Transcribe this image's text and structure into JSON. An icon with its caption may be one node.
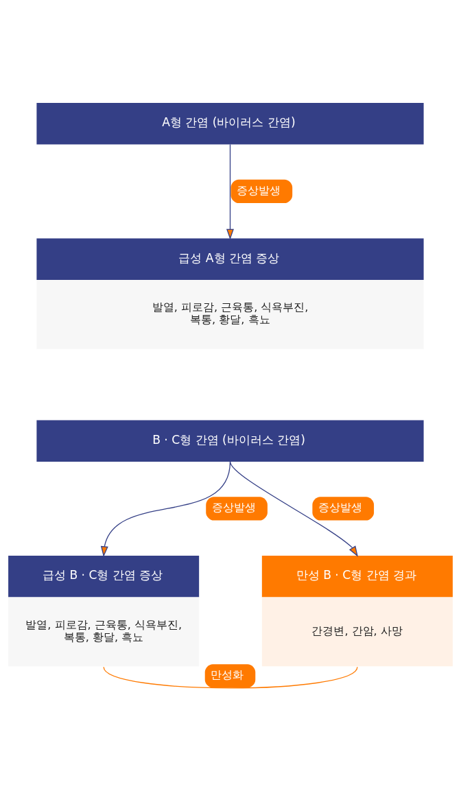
{
  "diagram": {
    "nodes": [
      {
        "text": [
          "A형 간염 (바이러스 간염)"
        ]
      },
      {
        "text": [
          "급성 A형 간염 증상",
          "발열, 피로감, 근육통, 식욕부진, 복통, 황달, 흑뇨"
        ]
      },
      {
        "text": [
          "B · C형 간염 (바이러스 간염)"
        ]
      },
      {
        "text": [
          "급성 B · C형 간염 증상",
          "발열, 피로감, 근육통, 식욕부진, 복통, 황달, 흑뇨"
        ]
      },
      {
        "text": [
          "만성 B · C형 간염 경과",
          "간경변, 간암, 사망"
        ]
      }
    ],
    "edges": [
      {
        "from": 0,
        "to": 1,
        "arrow": "to",
        "label": "증상발생"
      },
      {
        "from": 2,
        "to": 3,
        "arrow": "to",
        "label": "증상발생"
      },
      {
        "from": 2,
        "to": 4,
        "arrow": "to",
        "label": "증상발생"
      },
      {
        "from": 3,
        "to": 4,
        "arrow": "none",
        "label": "만성화",
        "color": "#ff7a00"
      }
    ]
  }
}
